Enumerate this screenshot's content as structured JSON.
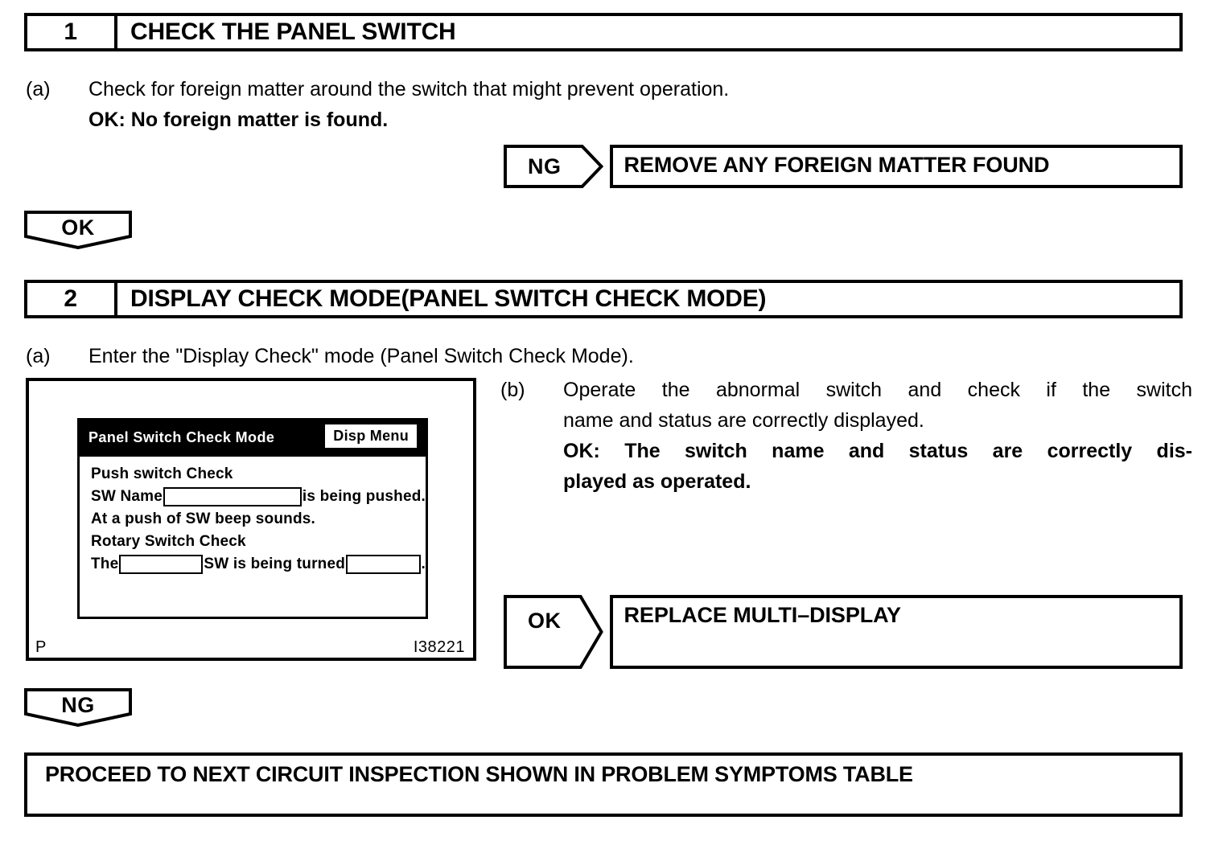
{
  "document": {
    "type": "troubleshooting-flowchart",
    "colors": {
      "ink": "#000000",
      "paper": "#ffffff"
    }
  },
  "steps": [
    {
      "number": "1",
      "title": "CHECK THE PANEL SWITCH",
      "items": [
        {
          "marker": "(a)",
          "line1": "Check for foreign matter around the switch that might prevent operation.",
          "line2": "OK: No foreign matter is found."
        }
      ],
      "result": {
        "tag": "NG",
        "action": "REMOVE ANY FOREIGN MATTER FOUND"
      },
      "banner": "OK"
    },
    {
      "number": "2",
      "title": "DISPLAY CHECK MODE(PANEL SWITCH CHECK MODE)",
      "items": [
        {
          "marker": "(a)",
          "line1": "Enter the \"Display Check\" mode (Panel Switch Check Mode)."
        },
        {
          "marker": "(b)",
          "line1": "Operate the abnormal switch and check if the switch",
          "line2": "name and status are correctly displayed.",
          "line3": "OK: The switch name and status are correctly dis-",
          "line4": "played as operated."
        }
      ],
      "result": {
        "tag": "OK",
        "action": "REPLACE MULTI–DISPLAY"
      },
      "banner": "NG"
    }
  ],
  "illustration": {
    "caption_left": "P",
    "caption_right": "I38221",
    "screen": {
      "title": "Panel Switch Check Mode",
      "menu_button": "Disp Menu",
      "lines": {
        "push_check_heading": "Push switch Check",
        "sw_name_label": "SW Name",
        "sw_name_value": "",
        "sw_name_suffix": "is being pushed.",
        "beep_note": "At a push of SW beep sounds.",
        "rotary_heading": "Rotary Switch Check",
        "rotary_prefix": "The",
        "rotary_sw_value": "",
        "rotary_middle": "SW is being turned",
        "rotary_dir_value": "",
        "rotary_suffix": "."
      }
    }
  },
  "final": {
    "text": "PROCEED TO NEXT CIRCUIT INSPECTION SHOWN IN PROBLEM SYMPTOMS TABLE"
  }
}
